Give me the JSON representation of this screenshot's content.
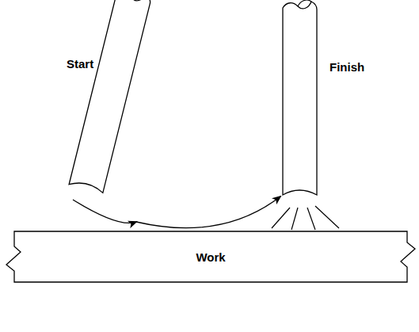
{
  "diagram": {
    "nodes": [
      {
        "text": [
          "Work"
        ]
      }
    ],
    "labels": [
      "Start",
      "Finish"
    ]
  }
}
